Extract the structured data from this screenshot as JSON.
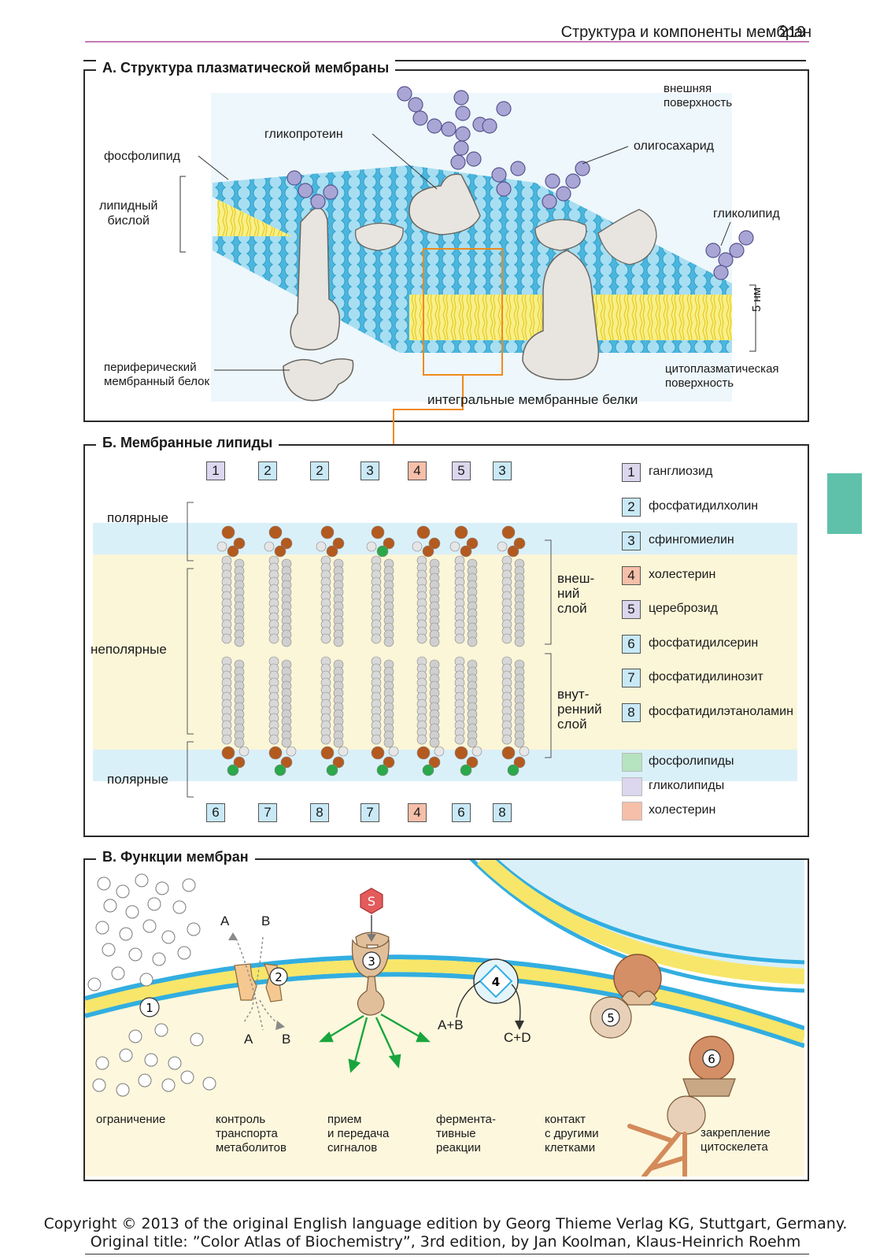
{
  "header": {
    "title": "Структура и компоненты мембран",
    "page_number": "219"
  },
  "colors": {
    "accent_tab": "#5fc1aa",
    "lipid_head": "#9fd9f0",
    "lipid_tail": "#f6e85a",
    "protein": "#e8e5e0",
    "sugar": "#a9a6d6",
    "polar_band": "#daf0f9",
    "nonpolar_band": "#fbf6d8"
  },
  "sectionA": {
    "title": "А. Структура плазматической мембраны",
    "labels": {
      "outer_surface": "внешняя\nповерхность",
      "glycoprotein": "гликопротеин",
      "phospholipid": "фосфолипид",
      "oligosaccharide": "олигосахарид",
      "lipid_bilayer": "липидный\nбислой",
      "glycolipid": "гликолипид",
      "thickness": "5 нм",
      "peripheral_protein": "периферический\nмембранный белок",
      "cytoplasmic_surface": "цитоплазматическая\nповерхность",
      "integral_proteins": "интегральные мембранные белки"
    }
  },
  "sectionB": {
    "title": "Б. Мембранные липиды",
    "top_numbers": [
      "1",
      "2",
      "2",
      "3",
      "4",
      "5",
      "3"
    ],
    "bottom_numbers": [
      "6",
      "7",
      "8",
      "7",
      "4",
      "6",
      "8"
    ],
    "side_labels": {
      "polar_top": "полярные",
      "nonpolar": "неполярные",
      "polar_bottom": "полярные",
      "outer_layer": "внеш-\nний\nслой",
      "inner_layer": "внут-\nренний\nслой"
    },
    "legend": [
      {
        "num": "1",
        "label": "ганглиозид",
        "type": "glyco"
      },
      {
        "num": "2",
        "label": "фосфатидилхолин",
        "type": "phospho"
      },
      {
        "num": "3",
        "label": "сфингомиелин",
        "type": "phospho"
      },
      {
        "num": "4",
        "label": "холестерин",
        "type": "chol"
      },
      {
        "num": "5",
        "label": "цереброзид",
        "type": "glyco"
      },
      {
        "num": "6",
        "label": "фосфатидилсерин",
        "type": "phospho"
      },
      {
        "num": "7",
        "label": "фосфатидилинозит",
        "type": "phospho"
      },
      {
        "num": "8",
        "label": "фосфатидилэтаноламин",
        "type": "phospho"
      }
    ],
    "class_legend": [
      {
        "label": "фосфолипиды",
        "color": "#b6e3c0"
      },
      {
        "label": "гликолипиды",
        "color": "#dcd6ee"
      },
      {
        "label": "холестерин",
        "color": "#f6bfa9"
      }
    ],
    "type_colors": {
      "phospho": "#c9e9f7",
      "glyco": "#dcd6ee",
      "chol": "#f6bfa9"
    }
  },
  "sectionC": {
    "title": "В. Функции мембран",
    "diagram": {
      "a": "A",
      "b": "B",
      "signal": "S",
      "ab": "A+B",
      "cd": "C+D",
      "n1": "1",
      "n2": "2",
      "n3": "3",
      "n4": "4",
      "n5": "5",
      "n6": "6"
    },
    "captions": {
      "boundary": "ограничение",
      "transport": "контроль\nтранспорта\nметаболитов",
      "signal": "прием\nи передача\nсигналов",
      "enzyme": "фермента-\nтивные\nреакции",
      "contact": "контакт\nс другими\nклетками",
      "anchor": "закрепление\nцитоскелета"
    }
  },
  "copyright": {
    "line1": "Copyright © 2013 of the original English language edition by Georg Thieme Verlag KG, Stuttgart, Germany.",
    "line2": "Original title: ”Color Atlas of Biochemistry”, 3rd edition, by Jan Koolman, Klaus-Heinrich Roehm"
  }
}
